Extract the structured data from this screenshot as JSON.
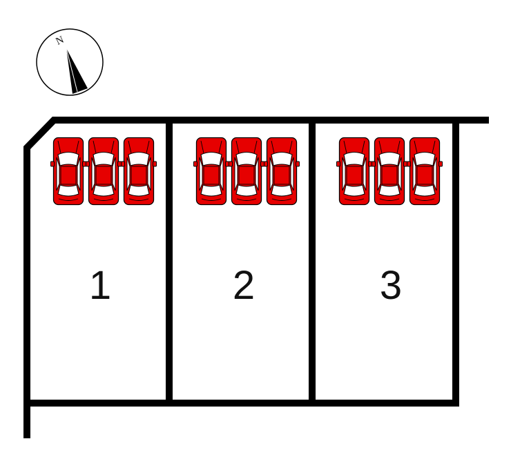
{
  "compass": {
    "north_label": "N",
    "icon": "compass-north-arrow-icon"
  },
  "lots": [
    {
      "number": "1",
      "parking_spaces": 3
    },
    {
      "number": "2",
      "parking_spaces": 3
    },
    {
      "number": "3",
      "parking_spaces": 3
    }
  ],
  "colors": {
    "boundary": "#000000",
    "car_body": "#e60000",
    "car_glass": "#ffffff",
    "background": "#ffffff"
  },
  "icons": {
    "car": "car-top-view-icon"
  }
}
